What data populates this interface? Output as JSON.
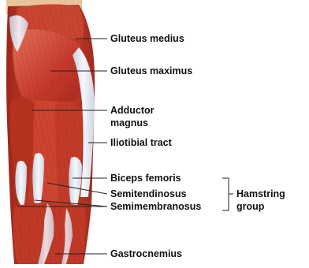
{
  "labels": {
    "gluteus_medius": "Gluteus medius",
    "gluteus_maximus": "Gluteus maximus",
    "adductor_line1": "Adductor",
    "adductor_line2": "magnus",
    "iliotibial": "Iliotibial tract",
    "biceps": "Biceps femoris",
    "semitendinosus": "Semitendinosus",
    "semimembranosus": "Semimembranosus",
    "gastrocnemius": "Gastrocnemius",
    "group_line1": "Hamstring",
    "group_line2": "group"
  },
  "colors": {
    "muscle": "#c63a2c",
    "muscle_dark": "#8f2218",
    "muscle_light": "#e07058",
    "tendon": "#eef0f6",
    "tendon_shadow": "#b9bfd0",
    "skin_top": "#e8c49a",
    "leader": "#222222",
    "text": "#111111"
  }
}
